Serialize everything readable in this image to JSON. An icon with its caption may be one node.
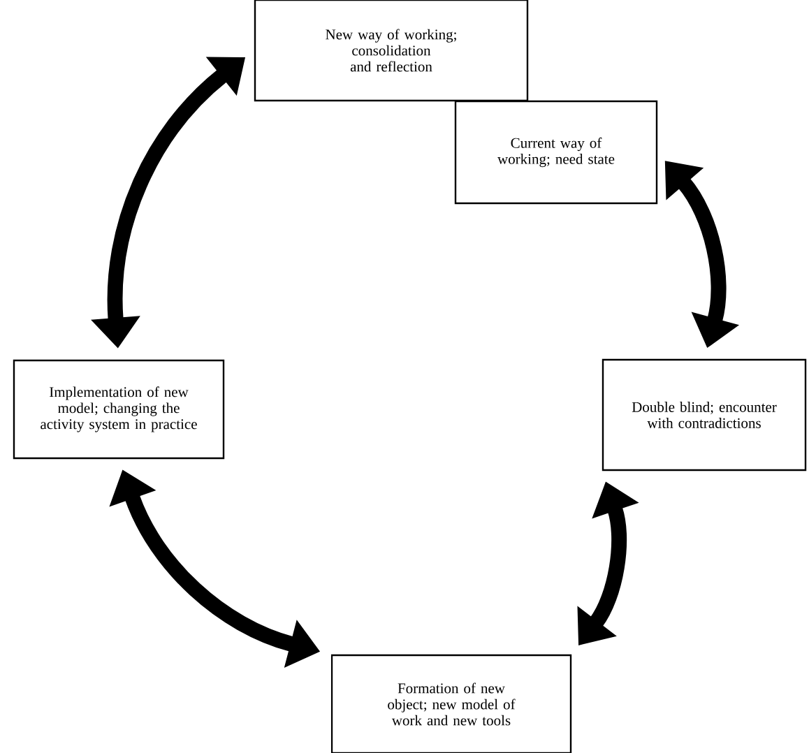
{
  "diagram": {
    "nodes": [
      {
        "text": [
          "New way of working; consolidation and reflection"
        ]
      },
      {
        "text": [
          "Current way of working; need state"
        ]
      },
      {
        "text": [
          "Double blind; encounter with contradictions"
        ]
      },
      {
        "text": [
          "Formation of new object; new model of work and new tools"
        ]
      },
      {
        "text": [
          "Implementation of new model; changing the activity system in practice"
        ]
      }
    ],
    "edges": [
      {
        "from": 1,
        "to": 2,
        "arrow": "both"
      },
      {
        "from": 2,
        "to": 3,
        "arrow": "both"
      },
      {
        "from": 3,
        "to": 4,
        "arrow": "both"
      },
      {
        "from": 4,
        "to": 0,
        "arrow": "both"
      }
    ]
  }
}
